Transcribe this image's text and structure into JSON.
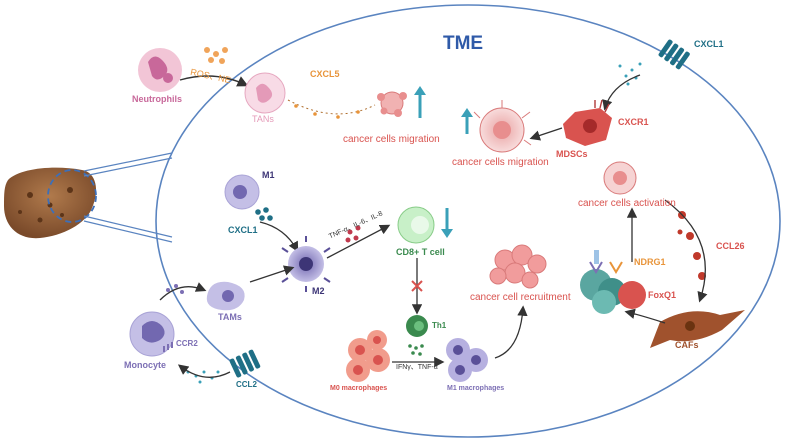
{
  "title": "TME",
  "colors": {
    "tme_blue": "#2f5aa8",
    "red_label": "#d9534f",
    "orange": "#e8943a",
    "teal": "#1f6f86",
    "purple": "#7c6fb4",
    "pink": "#c8689a",
    "green": "#3a8a4e"
  },
  "labels": {
    "neutrophils": "Neutrophils",
    "ros_ne": "ROS、NE",
    "tans": "TANs",
    "cxcl5": "CXCL5",
    "migration_left": "cancer  cells migration",
    "migration_right": "cancer  cells migration",
    "cxcl1_top": "CXCL1",
    "cxcr1": "CXCR1",
    "mdscs": "MDSCs",
    "activation": "cancer  cells activation",
    "ccl26": "CCL26",
    "ndrg1": "NDRG1",
    "foxq1": "FoxQ1",
    "cafs": "CAFs",
    "m1": "M1",
    "cxcl1_mid": "CXCL1",
    "m2": "M2",
    "cytokines": "TNF-α、IL-6、IL-8",
    "cd8": "CD8+ T cell",
    "th1": "Th1",
    "ifn": "IFNγ、TNF-α",
    "m0": "M0 macrophages",
    "m1_macro": "M1 macrophages",
    "recruitment": "cancer cell recruitment",
    "tams": "TAMs",
    "monocyte": "Monocyte",
    "ccr2": "CCR2",
    "ccl2": "CCL2"
  },
  "icons": [
    "liver-icon",
    "neutrophil-icon",
    "tan-cell-icon",
    "cancer-cell-icon",
    "receptor-icon",
    "mdsc-cell-icon",
    "caf-cell-icon",
    "macrophage-icon",
    "t-cell-icon",
    "monocyte-icon",
    "tumor-cluster-icon",
    "up-arrow-icon",
    "down-arrow-icon",
    "inhibition-x-icon"
  ]
}
